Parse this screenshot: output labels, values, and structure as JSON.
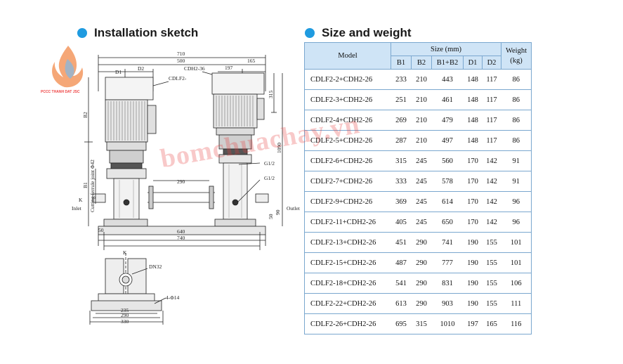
{
  "headings": {
    "sketch": "Installation sketch",
    "size": "Size and weight"
  },
  "logo": {
    "text": "PCCC THANH DAT JSC"
  },
  "watermark": "bomchuachay.vn",
  "sketch_labels": {
    "d710": "710",
    "d500": "500",
    "d197": "197",
    "d165": "165",
    "d1": "D1",
    "d2": "D2",
    "cdlf": "CDLF2-",
    "cdh": "CDH2-36",
    "b2": "B2",
    "b1": "B1",
    "ferrule": "Cutting ferrule joint Φ42",
    "d315": "315",
    "d1090": "1090",
    "g12a": "G1/2",
    "g12b": "G1/2",
    "d290": "290",
    "k": "K",
    "inlet": "Inlet",
    "outlet": "Outlet",
    "d50a": "50",
    "d90": "90",
    "d50b": "50",
    "d640": "640",
    "d740": "740",
    "k2": "K",
    "dn32": "DN32",
    "holes": "4-Φ14",
    "d235": "235",
    "d290b": "290",
    "d330": "330"
  },
  "table": {
    "model_header": "Model",
    "size_header": "Size (mm)",
    "weight_header": "Weight (kg)",
    "sub_headers": [
      "B1",
      "B2",
      "B1+B2",
      "D1",
      "D2"
    ],
    "rows": [
      {
        "model": "CDLF2-2+CDH2-26",
        "b1": "233",
        "b2": "210",
        "b1b2": "443",
        "d1": "148",
        "d2": "117",
        "weight": "86"
      },
      {
        "model": "CDLF2-3+CDH2-26",
        "b1": "251",
        "b2": "210",
        "b1b2": "461",
        "d1": "148",
        "d2": "117",
        "weight": "86"
      },
      {
        "model": "CDLF2-4+CDH2-26",
        "b1": "269",
        "b2": "210",
        "b1b2": "479",
        "d1": "148",
        "d2": "117",
        "weight": "86"
      },
      {
        "model": "CDLF2-5+CDH2-26",
        "b1": "287",
        "b2": "210",
        "b1b2": "497",
        "d1": "148",
        "d2": "117",
        "weight": "86"
      },
      {
        "model": "CDLF2-6+CDH2-26",
        "b1": "315",
        "b2": "245",
        "b1b2": "560",
        "d1": "170",
        "d2": "142",
        "weight": "91"
      },
      {
        "model": "CDLF2-7+CDH2-26",
        "b1": "333",
        "b2": "245",
        "b1b2": "578",
        "d1": "170",
        "d2": "142",
        "weight": "91"
      },
      {
        "model": "CDLF2-9+CDH2-26",
        "b1": "369",
        "b2": "245",
        "b1b2": "614",
        "d1": "170",
        "d2": "142",
        "weight": "96"
      },
      {
        "model": "CDLF2-11+CDH2-26",
        "b1": "405",
        "b2": "245",
        "b1b2": "650",
        "d1": "170",
        "d2": "142",
        "weight": "96"
      },
      {
        "model": "CDLF2-13+CDH2-26",
        "b1": "451",
        "b2": "290",
        "b1b2": "741",
        "d1": "190",
        "d2": "155",
        "weight": "101"
      },
      {
        "model": "CDLF2-15+CDH2-26",
        "b1": "487",
        "b2": "290",
        "b1b2": "777",
        "d1": "190",
        "d2": "155",
        "weight": "101"
      },
      {
        "model": "CDLF2-18+CDH2-26",
        "b1": "541",
        "b2": "290",
        "b1b2": "831",
        "d1": "190",
        "d2": "155",
        "weight": "106"
      },
      {
        "model": "CDLF2-22+CDH2-26",
        "b1": "613",
        "b2": "290",
        "b1b2": "903",
        "d1": "190",
        "d2": "155",
        "weight": "111"
      },
      {
        "model": "CDLF2-26+CDH2-26",
        "b1": "695",
        "b2": "315",
        "b1b2": "1010",
        "d1": "197",
        "d2": "165",
        "weight": "116"
      }
    ]
  },
  "colors": {
    "accent": "#1f9be0",
    "header_bg": "#cfe4f6",
    "border": "#7aa7cf"
  }
}
